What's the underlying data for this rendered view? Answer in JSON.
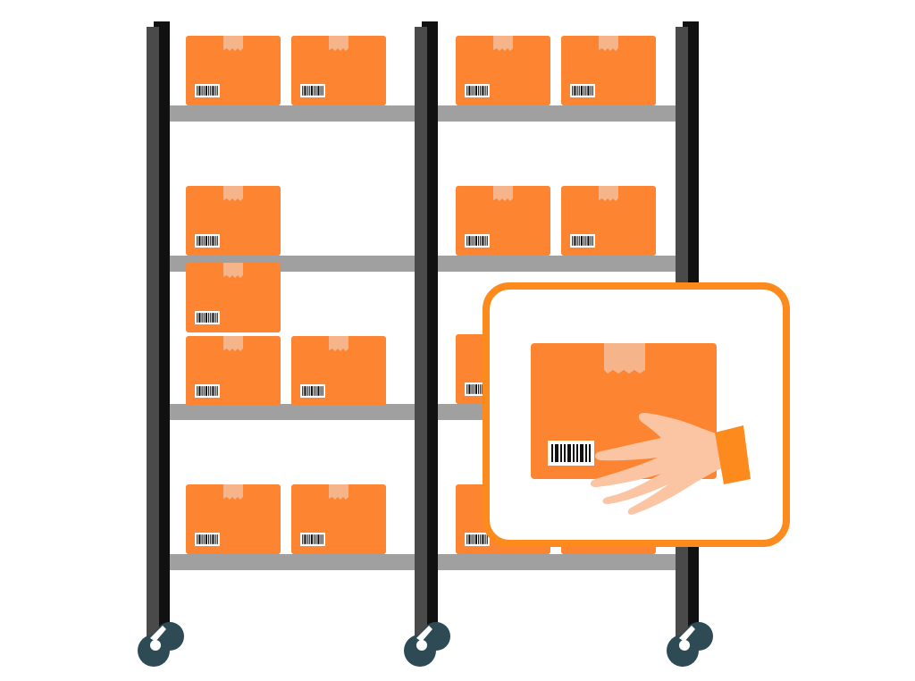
{
  "colors": {
    "background": "#ffffff",
    "post_dark": "#4a4a4a",
    "post_black": "#111111",
    "shelf": "#a0a0a0",
    "box": "#fd8532",
    "box_tape": "#f6b48a",
    "barcode_bg": "#ffffff",
    "barcode_bar": "#111111",
    "callout_border": "#fd8a1c",
    "hand_skin": "#fbc4a3",
    "sleeve": "#fd8a1c",
    "wheel": "#2e4a54",
    "wheel_hub": "#ffffff"
  },
  "icons": {
    "shelving": "warehouse-shelving-rack-icon",
    "box": "cardboard-box-icon",
    "barcode": "barcode-icon",
    "hand": "hand-icon",
    "wheel": "caster-wheel-icon",
    "callout": "zoom-callout-frame"
  },
  "scene": {
    "columns": 2,
    "shelves": 4,
    "boxes_per_slot": [
      [
        2,
        2
      ],
      [
        1,
        2
      ],
      [
        3,
        2
      ],
      [
        2,
        2
      ]
    ],
    "wheels": 3
  }
}
